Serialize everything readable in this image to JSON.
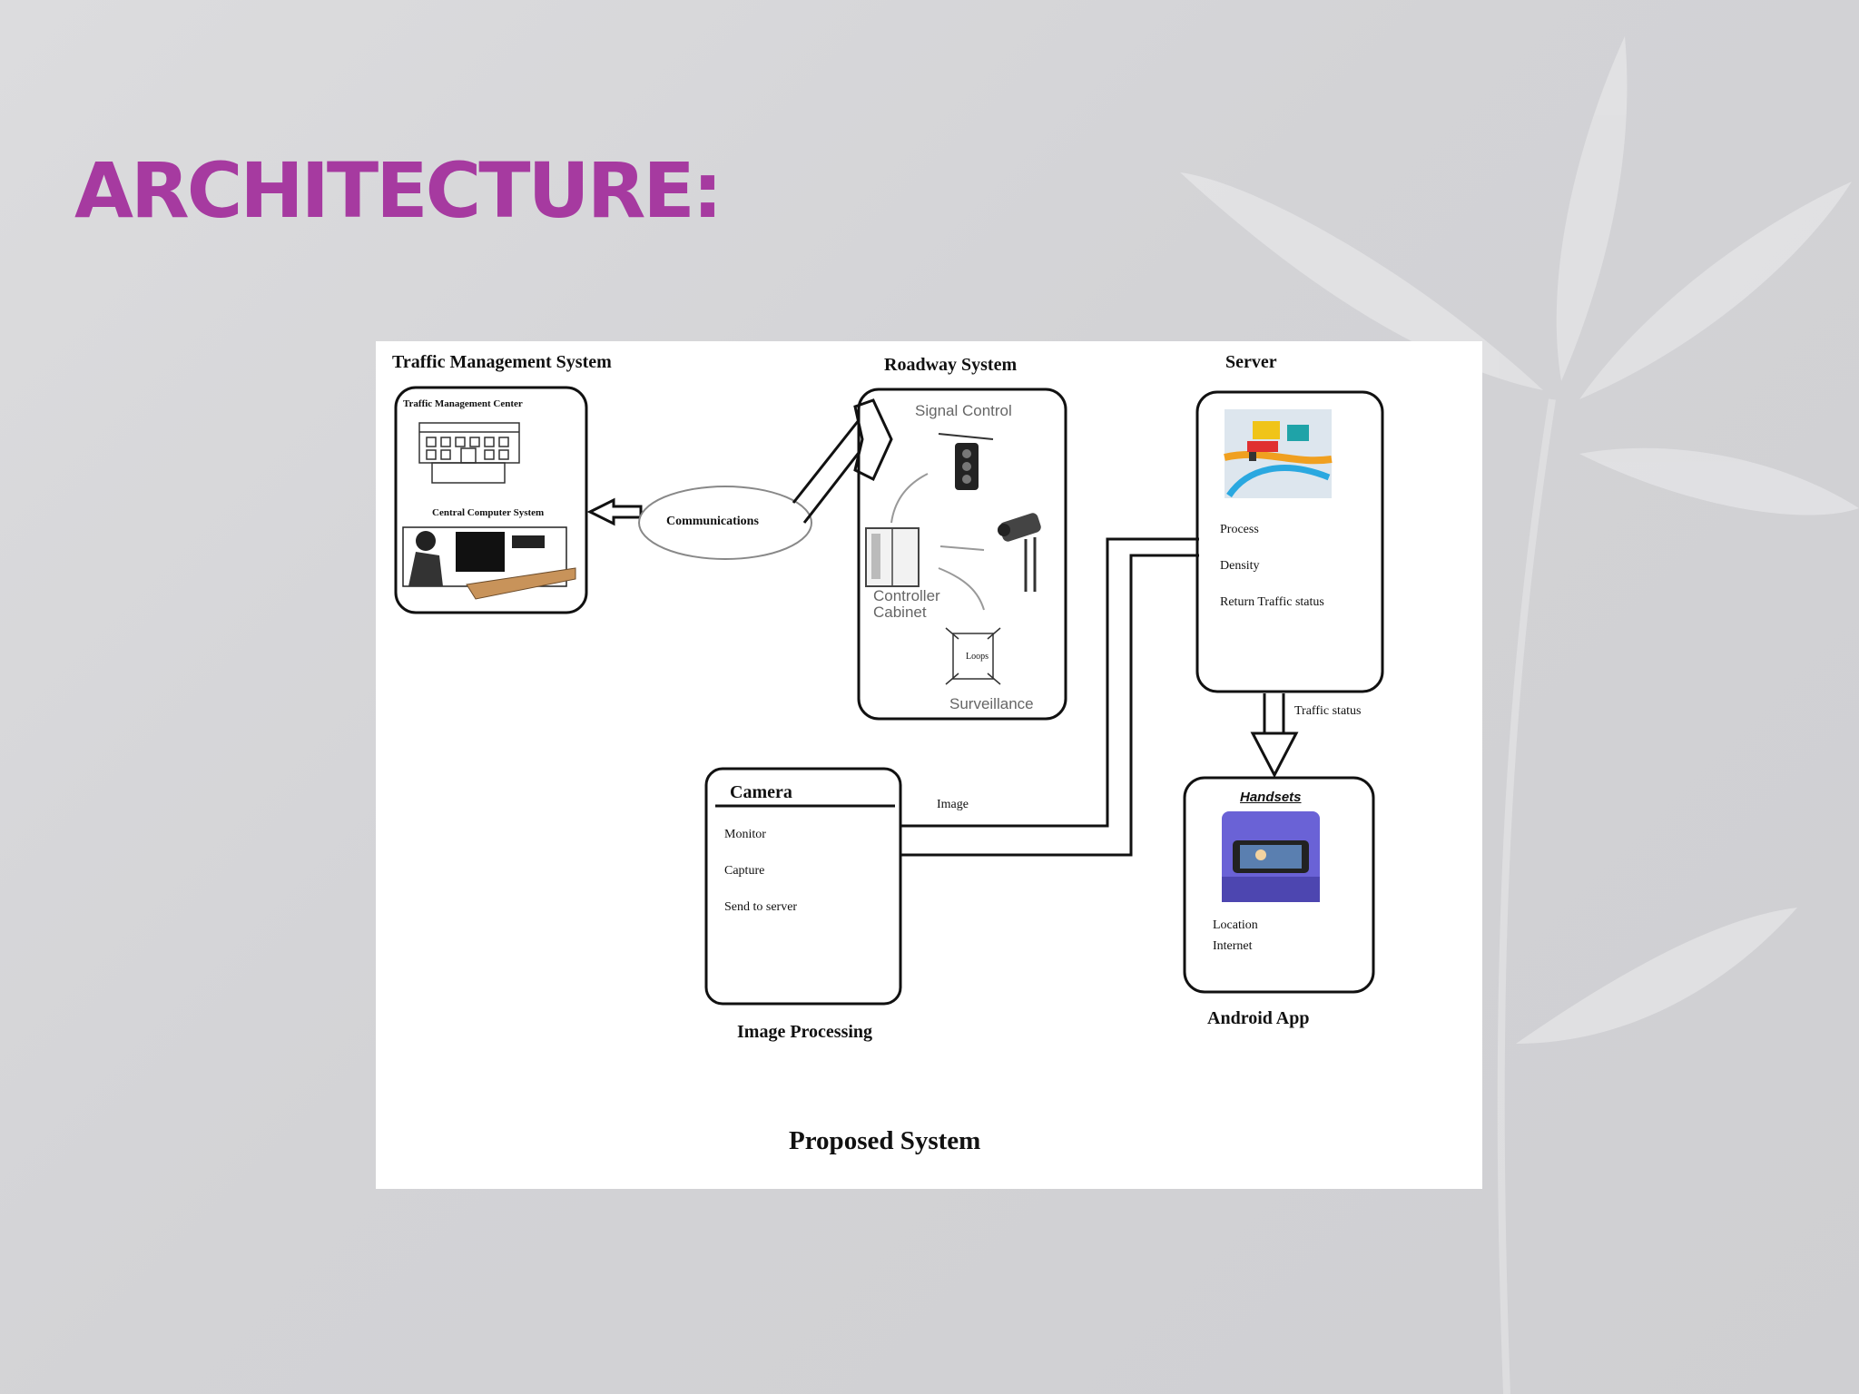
{
  "slide": {
    "title": "ARCHITECTURE:"
  },
  "diagram": {
    "caption": "Proposed System",
    "traffic_management": {
      "title": "Traffic Management System",
      "center_label": "Traffic Management Center",
      "computer_label": "Central Computer System"
    },
    "communications": "Communications",
    "roadway": {
      "title": "Roadway System",
      "signal_control": "Signal Control",
      "controller_line1": "Controller",
      "controller_line2": "Cabinet",
      "loops": "Loops",
      "surveillance": "Surveillance"
    },
    "server": {
      "title": "Server",
      "items": [
        "Process",
        "Density",
        "Return Traffic status"
      ]
    },
    "traffic_status_label": "Traffic status",
    "camera": {
      "title": "Camera",
      "items": [
        "Monitor",
        "Capture",
        "Send to server"
      ],
      "caption": "Image Processing"
    },
    "image_label": "Image",
    "handsets": {
      "title": "Handsets",
      "items": [
        "Location",
        "Internet"
      ],
      "caption": "Android App"
    }
  }
}
